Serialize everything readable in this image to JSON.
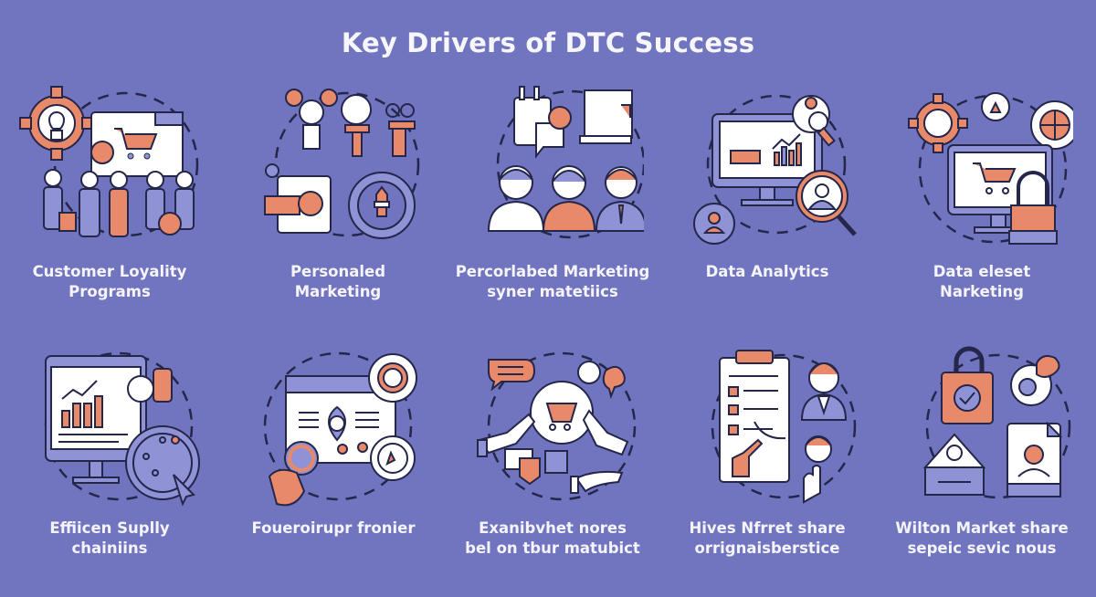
{
  "title": "Key Drivers of DTC Success",
  "colors": {
    "background": "#7175c0",
    "accent_orange": "#e8896a",
    "outline": "#24264a",
    "fill_light": "#ffffff",
    "fill_lavender": "#8f93d6",
    "text": "#f4f4fa"
  },
  "rows": [
    {
      "items": [
        {
          "icon": "loyalty-lightbulb-gear-cart-people-icon",
          "line1": "Customer Loyality",
          "line2": "Programs"
        },
        {
          "icon": "personalized-marketing-trophies-gear-icon",
          "line1": "Personaled",
          "line2": "Marketing"
        },
        {
          "icon": "team-people-chat-board-icon",
          "line1": "Percorlabed Marketing",
          "line2": "syner matetiics"
        },
        {
          "icon": "data-analytics-monitor-magnifier-icon",
          "line1": "Data Analytics",
          "line2": ""
        },
        {
          "icon": "monitor-cart-gear-globe-lock-icon",
          "line1": "Data eleset",
          "line2": "Narketing"
        }
      ]
    },
    {
      "items": [
        {
          "icon": "supply-chain-chart-monitor-cursor-icon",
          "line1": "Effiicen Suplly",
          "line2": "chainiins"
        },
        {
          "icon": "browser-gears-magnifier-hand-icon",
          "line1": "Foueroirupr fronier",
          "line2": ""
        },
        {
          "icon": "hands-cart-speech-bubbles-icon",
          "line1": "Exanibvhet nores",
          "line2": "bel on tbur matubict"
        },
        {
          "icon": "clipboard-checklist-people-icon",
          "line1": "Hives Nfrret share",
          "line2": "orrignaisberstice"
        },
        {
          "icon": "lock-bag-document-envelope-icon",
          "line1": "Wilton Market share",
          "line2": "sepeic sevic nous"
        }
      ]
    }
  ]
}
